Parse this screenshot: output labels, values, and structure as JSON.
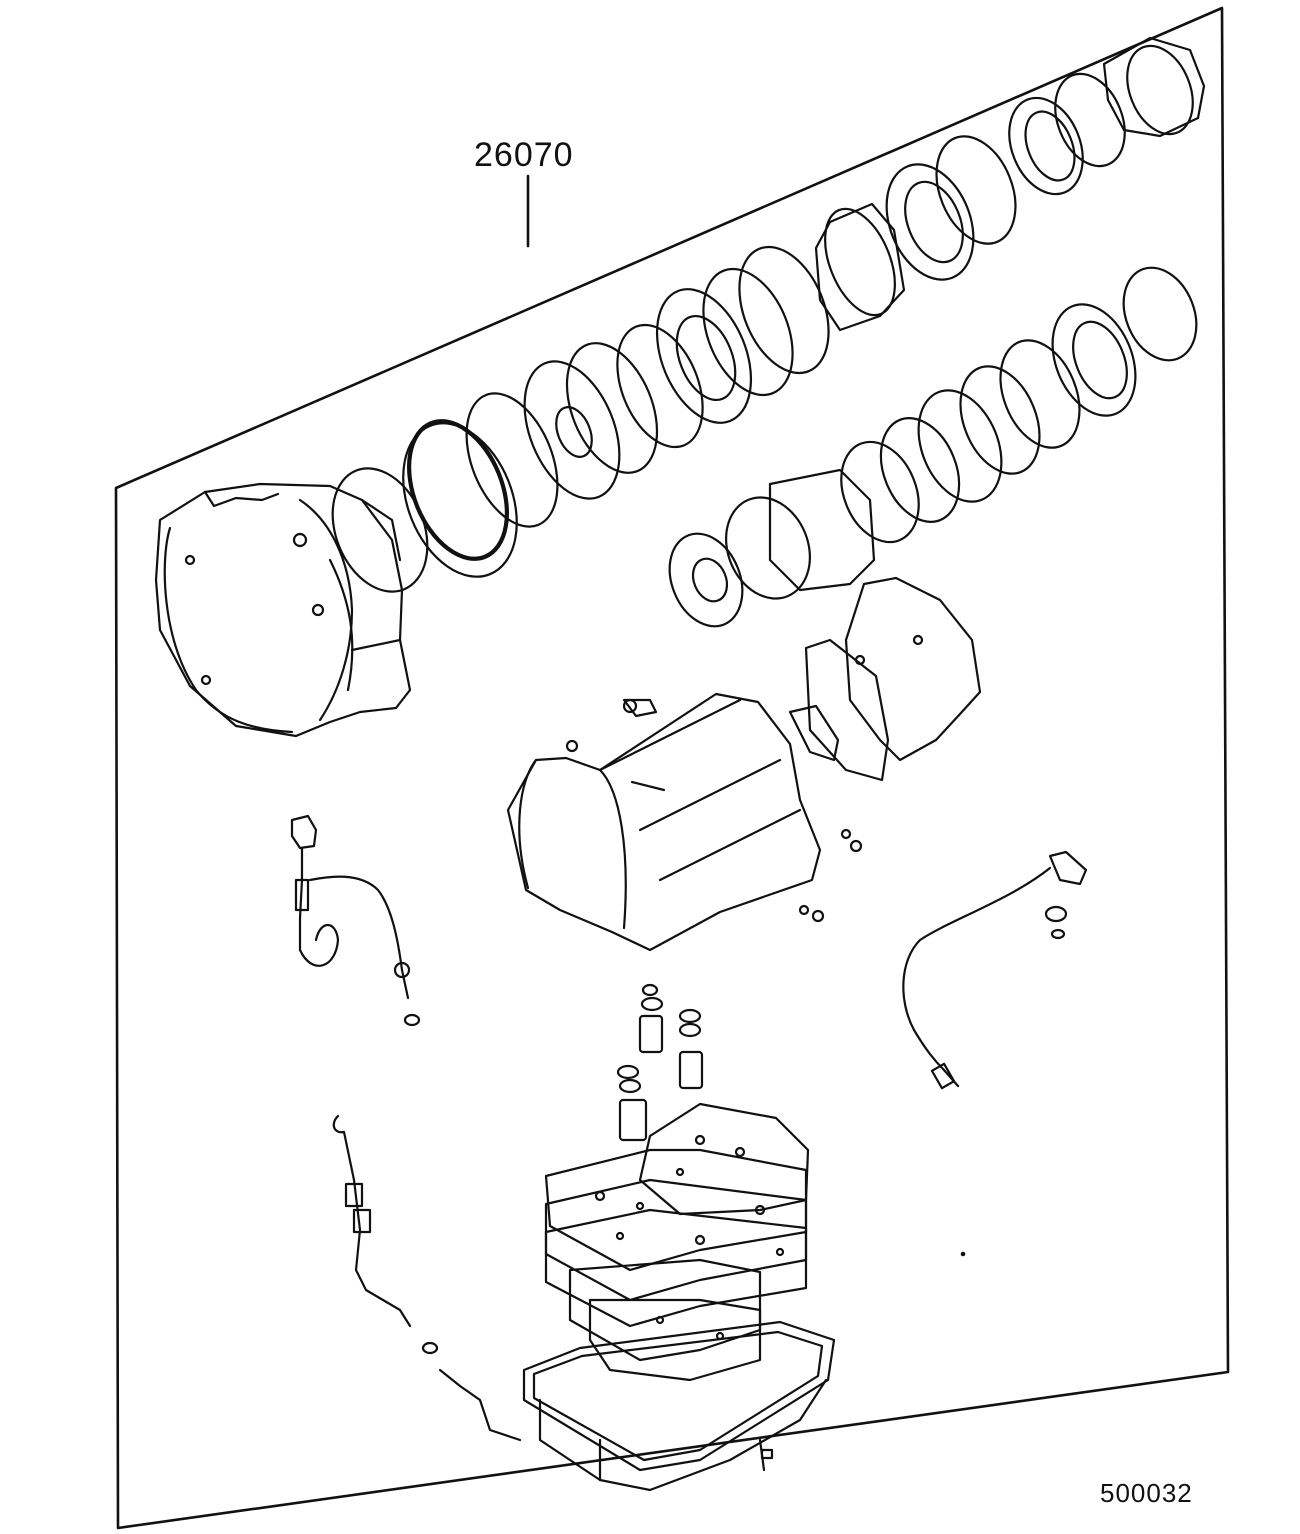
{
  "diagram": {
    "part_number": "26070",
    "figure_code": "500032",
    "line_color": "#111111",
    "background": "#ffffff",
    "components": [
      "torque-converter-housing",
      "clutch-pack-upper",
      "clutch-pack-lower",
      "transmission-case",
      "extension-housing",
      "throttle-cable",
      "oil-cooler-line",
      "dipstick-tube",
      "valve-body",
      "oil-pan"
    ]
  }
}
